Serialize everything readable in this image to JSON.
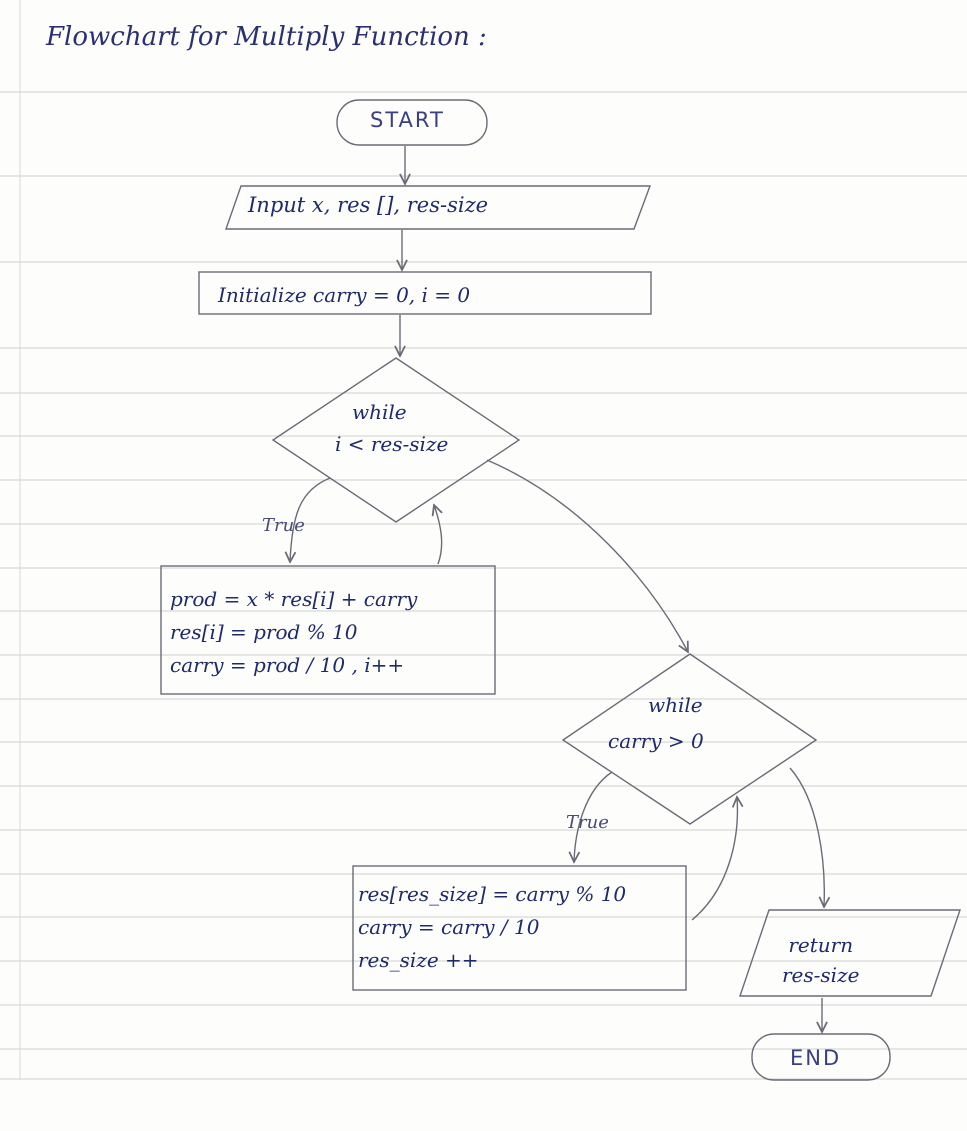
{
  "title": "Flowchart for Multiply Function :",
  "start": "START",
  "end": "END",
  "input": "Input x, res [], res-size",
  "initialize": "Initialize carry = 0, i = 0",
  "loop1": {
    "line1": "while",
    "line2": "i < res-size",
    "branch": "True"
  },
  "body1": {
    "line1": "prod = x * res[i] + carry",
    "line2": "res[i] = prod % 10",
    "line3": "carry = prod / 10 , i++"
  },
  "loop2": {
    "line1": "while",
    "line2": "carry > 0",
    "branch": "True"
  },
  "body2": {
    "line1": "res[res_size] = carry % 10",
    "line2": "carry = carry / 10",
    "line3": "res_size ++"
  },
  "output": {
    "line1": "return",
    "line2": "res-size"
  },
  "colors": {
    "ink": "#1f2a6b",
    "pencil": "#6b6b78",
    "rule": "#c9c9c9"
  }
}
